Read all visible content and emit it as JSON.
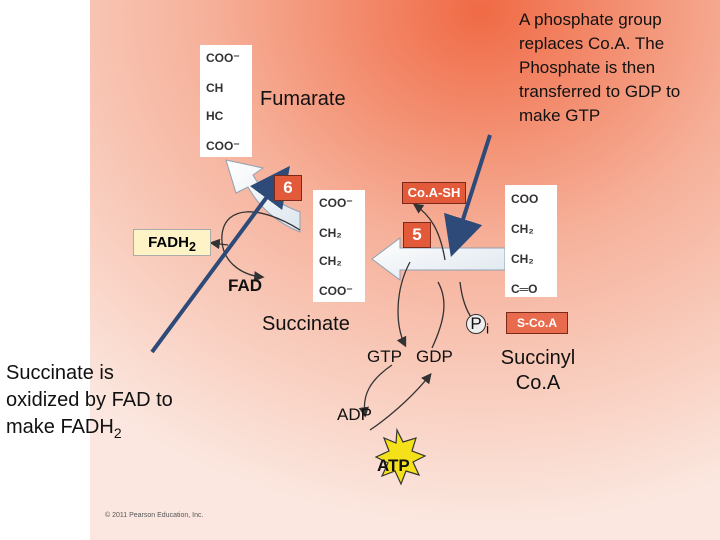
{
  "note_top_right": [
    "A phosphate group",
    "replaces Co.A. The",
    "Phosphate is then",
    "transferred to GDP to",
    "make GTP"
  ],
  "note_bottom_left": [
    "Succinate is",
    "oxidized by FAD to",
    "make FADH"
  ],
  "note_bottom_left_sub": "2",
  "labels": {
    "fumarate": "Fumarate",
    "succinate": "Succinate",
    "succinyl_coa": [
      "Succinyl",
      "Co.A"
    ],
    "fadh2": "FADH",
    "fadh2_sub": "2",
    "fad": "FAD",
    "coa_sh": "Co.A-SH",
    "gtp": "GTP",
    "gdp": "GDP",
    "adp": "ADP",
    "atp": "ATP",
    "pi": "P",
    "pi_sub": "i",
    "s_coa": "S-Co.A",
    "step5": "5",
    "step6": "6",
    "copyright": "© 2011 Pearson Education, Inc."
  },
  "molecules": {
    "fumarate": [
      "COO⁻",
      "CH",
      "HC",
      "COO⁻"
    ],
    "succinate": [
      "COO⁻",
      "CH₂",
      "CH₂",
      "COO⁻"
    ],
    "succinyl": [
      "COO",
      "CH₂",
      "CH₂",
      "C═O"
    ]
  },
  "colors": {
    "panel": "#f7c2ae",
    "panel_hot": "#f07b56",
    "arrow_blue": "#2d4a78",
    "step_red": "#e25a3a",
    "atp_star": "#f4e11a"
  }
}
